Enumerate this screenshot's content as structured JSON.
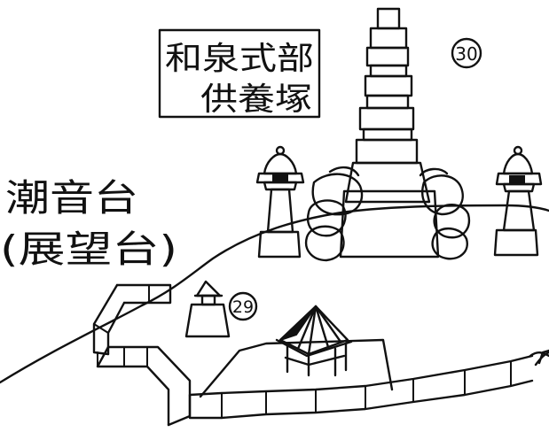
{
  "sign": {
    "line1": "和泉式部",
    "line2": "供養塚"
  },
  "badges": {
    "n30": "30",
    "n29": "29"
  },
  "lookout": {
    "line1": "潮音台",
    "line2": "(展望台)"
  },
  "colors": {
    "ink": "#111111",
    "paper": "#ffffff"
  }
}
